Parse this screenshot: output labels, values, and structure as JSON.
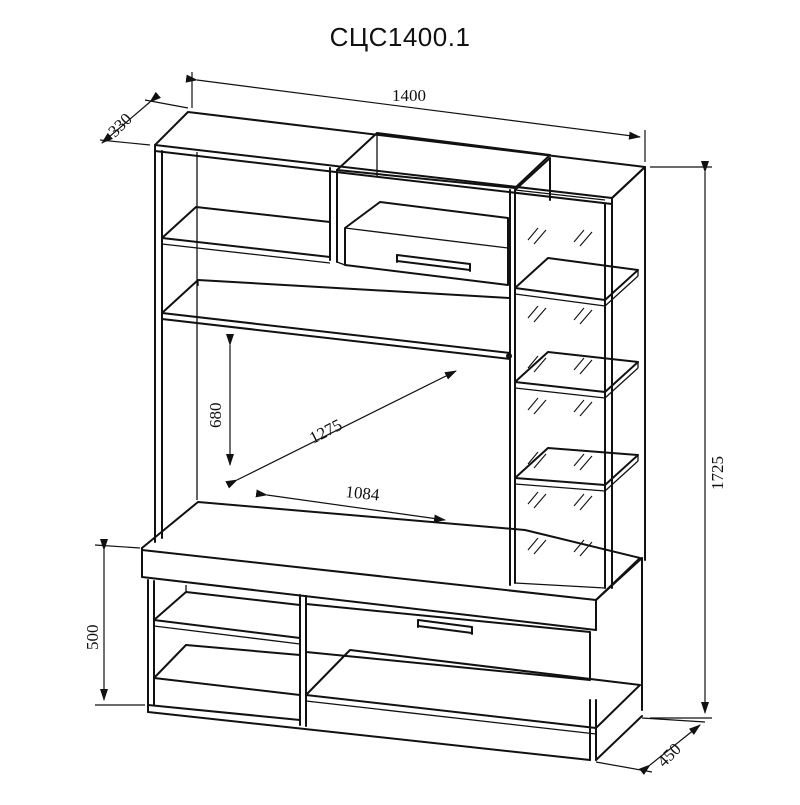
{
  "title": "СЦС1400.1",
  "dimensions": {
    "width": "1400",
    "depth_top": "330",
    "height_total": "1725",
    "height_base": "500",
    "depth_base": "450",
    "tv_height": "680",
    "tv_diagonal": "1275",
    "tv_width": "1084"
  }
}
